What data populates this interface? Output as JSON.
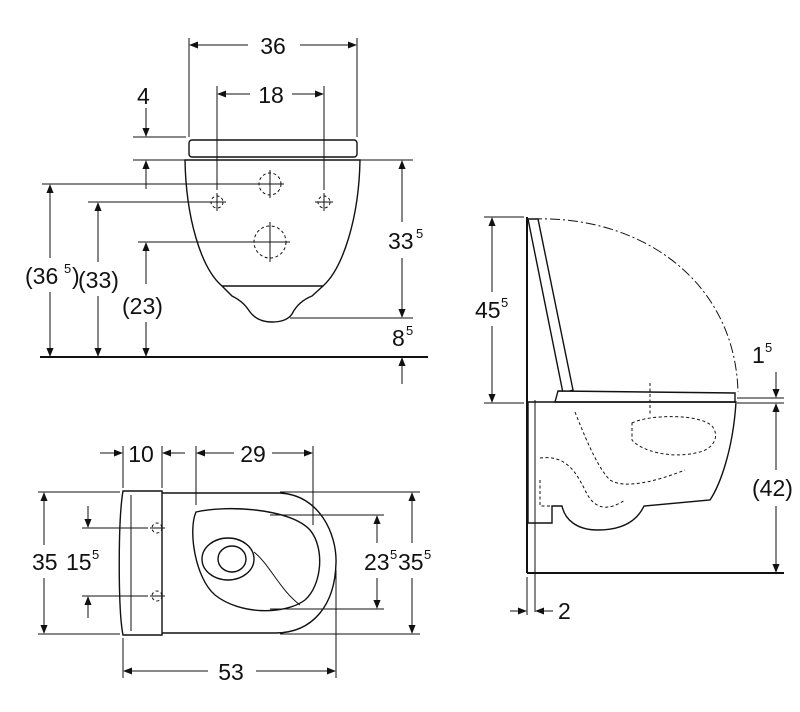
{
  "front_view": {
    "dims": {
      "width_overall": "36",
      "hole_spacing": "18",
      "seat_thickness": "4",
      "height_33": "33",
      "height_33_sup": "5",
      "height_36": "(36",
      "height_36_sup": "5",
      "height_36_close": ")",
      "height_33_paren": "(33)",
      "height_23_paren": "(23)",
      "floor_gap": "8",
      "floor_gap_sup": "5"
    }
  },
  "side_view": {
    "dims": {
      "seat_height": "45",
      "seat_height_sup": "5",
      "seat_gap": "1",
      "seat_gap_sup": "5",
      "bowl_height_paren": "(42)",
      "wall_gap": "2"
    }
  },
  "top_view": {
    "dims": {
      "hinge_offset": "10",
      "bowl_offset": "29",
      "length": "53",
      "width_left": "35",
      "hinge_spacing": "15",
      "hinge_spacing_sup": "5",
      "inner_width": "23",
      "inner_width_sup": "5",
      "outer_width": "35",
      "outer_width_sup": "5"
    }
  }
}
